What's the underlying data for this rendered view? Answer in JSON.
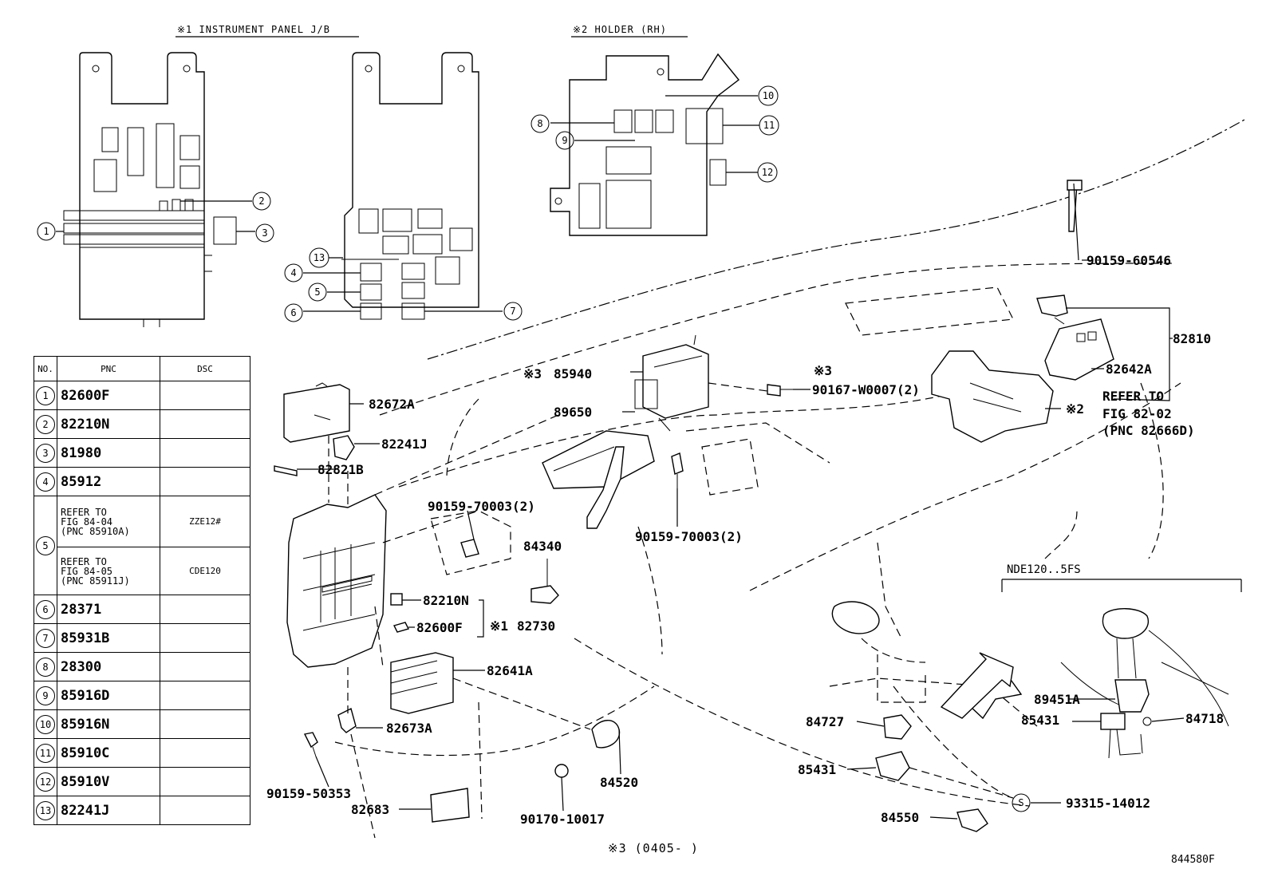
{
  "section_titles": {
    "s1": "※1 INSTRUMENT PANEL J/B",
    "s2": "※2 HOLDER (RH)",
    "s3_footer": "※3 (0405-    )"
  },
  "figure_code": "844580F",
  "table": {
    "headers": {
      "no": "NO.",
      "pnc": "PNC",
      "dsc": "DSC"
    },
    "rows": [
      {
        "no": "1",
        "pnc": "82600F",
        "dsc": ""
      },
      {
        "no": "2",
        "pnc": "82210N",
        "dsc": ""
      },
      {
        "no": "3",
        "pnc": "81980",
        "dsc": ""
      },
      {
        "no": "4",
        "pnc": "85912",
        "dsc": ""
      },
      {
        "no": "5",
        "sub": [
          {
            "pnc_lines": [
              "REFER TO",
              "FIG 84-04",
              "(PNC 85910A)"
            ],
            "dsc": "ZZE12#"
          },
          {
            "pnc_lines": [
              "REFER TO",
              "FIG 84-05",
              "(PNC 85911J)"
            ],
            "dsc": "CDE120"
          }
        ]
      },
      {
        "no": "6",
        "pnc": "28371",
        "dsc": ""
      },
      {
        "no": "7",
        "pnc": "85931B",
        "dsc": ""
      },
      {
        "no": "8",
        "pnc": "28300",
        "dsc": ""
      },
      {
        "no": "9",
        "pnc": "85916D",
        "dsc": ""
      },
      {
        "no": "10",
        "pnc": "85916N",
        "dsc": ""
      },
      {
        "no": "11",
        "pnc": "85910C",
        "dsc": ""
      },
      {
        "no": "12",
        "pnc": "85910V",
        "dsc": ""
      },
      {
        "no": "13",
        "pnc": "82241J",
        "dsc": ""
      }
    ]
  },
  "callouts": [
    "1",
    "2",
    "3",
    "4",
    "5",
    "6",
    "7",
    "8",
    "9",
    "10",
    "11",
    "12",
    "13"
  ],
  "part_labels": {
    "p90159_60546": "90159-60546",
    "p82810": "82810",
    "p82642A": "82642A",
    "refer1": "REFER TO",
    "refer2": "FIG 82-02",
    "refer3": "(PNC 82666D)",
    "star2": "※2",
    "star3a": "※3",
    "p90167": "90167-W0007(2)",
    "star3b": "※3",
    "p85940": "85940",
    "p89650": "89650",
    "p82672A": "82672A",
    "p82241J": "82241J",
    "p82821B": "82821B",
    "p90159_70003a": "90159-70003(2)",
    "p90159_70003b": "90159-70003(2)",
    "p84340": "84340",
    "p82210N": "82210N",
    "p82600F": "82600F",
    "star1": "※1",
    "p82730": "82730",
    "p82641A": "82641A",
    "p82673A": "82673A",
    "p90159_50353": "90159-50353",
    "p82683": "82683",
    "p84520": "84520",
    "p90170": "90170-10017",
    "nde": "NDE120..5FS",
    "p89451A": "89451A",
    "p85431a": "85431",
    "p84718": "84718",
    "p84727": "84727",
    "p85431b": "85431",
    "p84550": "84550",
    "s_mark": "S",
    "p93315": "93315-14012"
  }
}
